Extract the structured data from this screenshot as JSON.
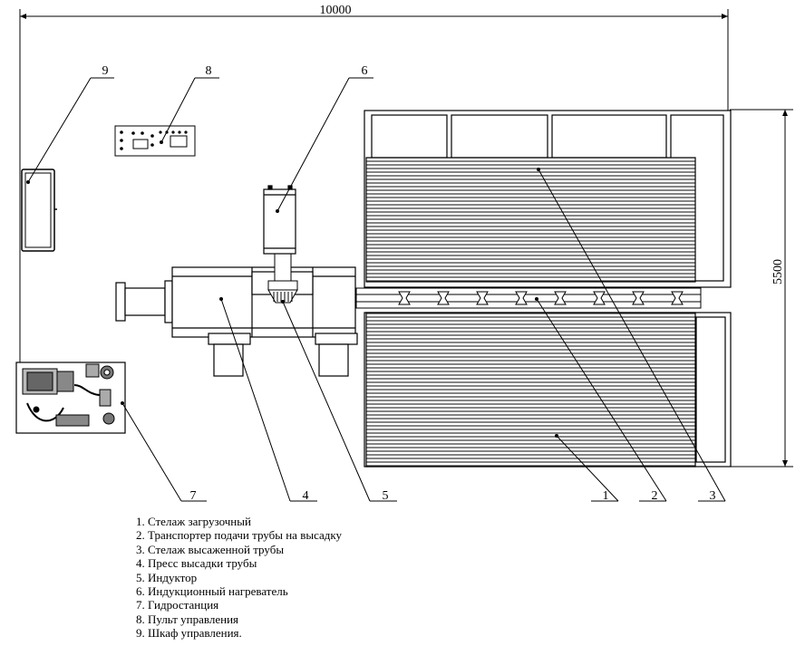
{
  "dimensions": {
    "width_label": "10000",
    "height_label": "5500"
  },
  "callouts": [
    "1",
    "2",
    "3",
    "4",
    "5",
    "6",
    "7",
    "8",
    "9"
  ],
  "legend": [
    "1. Стелаж загрузочный",
    "2. Транспортер подачи трубы на высадку",
    "3. Стелаж высаженной трубы",
    "4. Пресс высадки трубы",
    "5. Индуктор",
    "6. Индукционный нагреватель",
    "7. Гидростанция",
    "8. Пульт управления",
    "9. Шкаф управления."
  ]
}
